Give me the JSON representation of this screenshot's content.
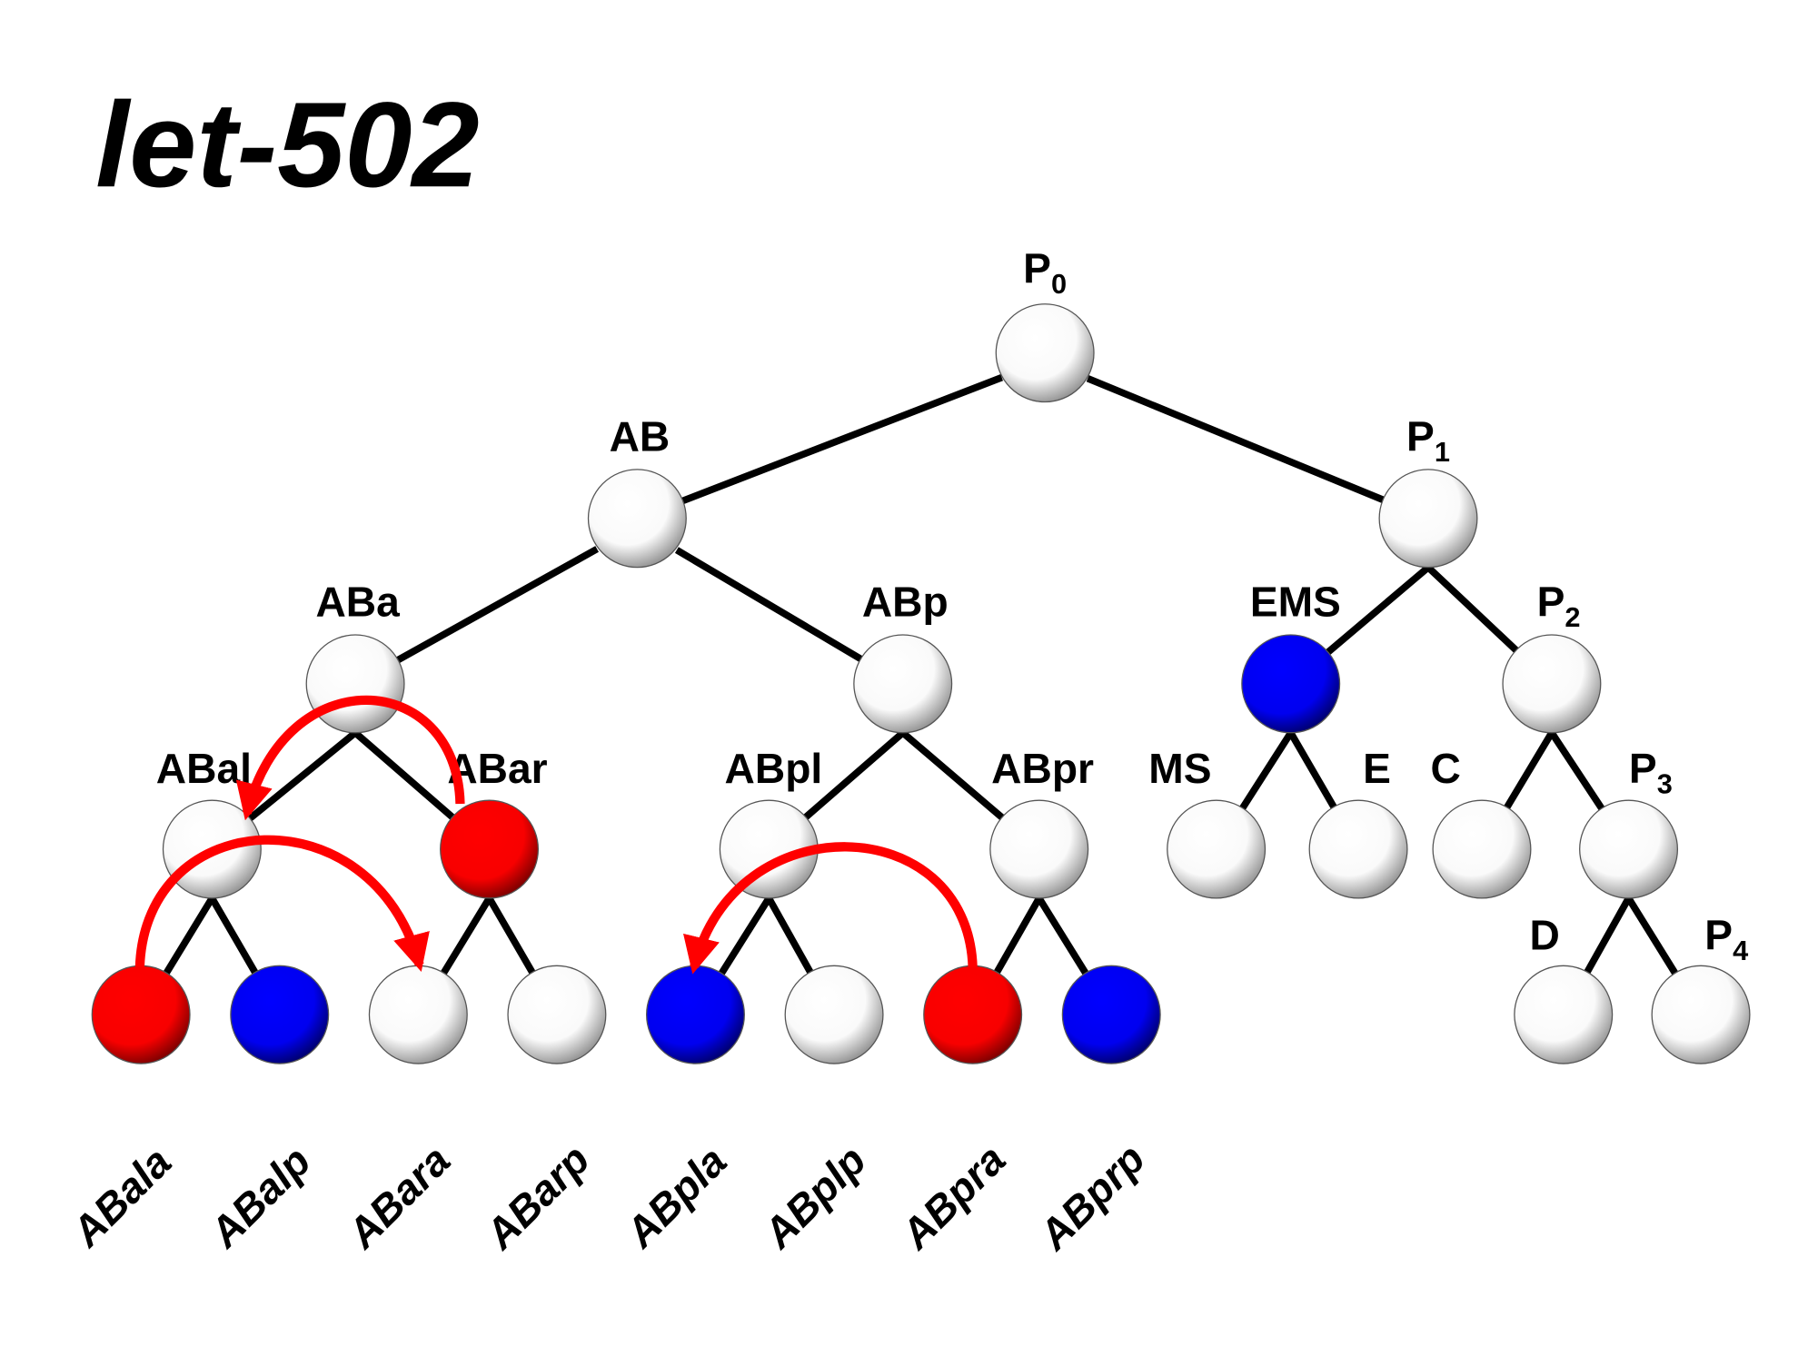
{
  "title": "let-502",
  "colors": {
    "red": "#ff0000",
    "blue": "#0000ff",
    "white": "#ffffff",
    "arrow": "#ff0000"
  },
  "nodes": [
    {
      "id": "P0",
      "label": "P",
      "sub": "0",
      "color": "white"
    },
    {
      "id": "AB",
      "label": "AB",
      "sub": "",
      "color": "white"
    },
    {
      "id": "P1",
      "label": "P",
      "sub": "1",
      "color": "white"
    },
    {
      "id": "ABa",
      "label": "ABa",
      "sub": "",
      "color": "white"
    },
    {
      "id": "ABp",
      "label": "ABp",
      "sub": "",
      "color": "white"
    },
    {
      "id": "EMS",
      "label": "EMS",
      "sub": "",
      "color": "blue"
    },
    {
      "id": "P2",
      "label": "P",
      "sub": "2",
      "color": "white"
    },
    {
      "id": "ABal",
      "label": "ABal",
      "sub": "",
      "color": "white"
    },
    {
      "id": "ABar",
      "label": "ABar",
      "sub": "",
      "color": "red"
    },
    {
      "id": "ABpl",
      "label": "ABpl",
      "sub": "",
      "color": "white"
    },
    {
      "id": "ABpr",
      "label": "ABpr",
      "sub": "",
      "color": "white"
    },
    {
      "id": "MS",
      "label": "MS",
      "sub": "",
      "color": "white"
    },
    {
      "id": "E",
      "label": "E",
      "sub": "",
      "color": "white"
    },
    {
      "id": "C",
      "label": "C",
      "sub": "",
      "color": "white"
    },
    {
      "id": "P3",
      "label": "P",
      "sub": "3",
      "color": "white"
    },
    {
      "id": "ABala",
      "label": "ABala",
      "sub": "",
      "color": "red",
      "leaf": true
    },
    {
      "id": "ABalp",
      "label": "ABalp",
      "sub": "",
      "color": "blue",
      "leaf": true
    },
    {
      "id": "ABara",
      "label": "ABara",
      "sub": "",
      "color": "white",
      "leaf": true
    },
    {
      "id": "ABarp",
      "label": "ABarp",
      "sub": "",
      "color": "white",
      "leaf": true
    },
    {
      "id": "ABpla",
      "label": "ABpla",
      "sub": "",
      "color": "blue",
      "leaf": true
    },
    {
      "id": "ABplp",
      "label": "ABplp",
      "sub": "",
      "color": "white",
      "leaf": true
    },
    {
      "id": "ABpra",
      "label": "ABpra",
      "sub": "",
      "color": "red",
      "leaf": true
    },
    {
      "id": "ABprp",
      "label": "ABprp",
      "sub": "",
      "color": "blue",
      "leaf": true
    },
    {
      "id": "D",
      "label": "D",
      "sub": "",
      "color": "white"
    },
    {
      "id": "P4",
      "label": "P",
      "sub": "4",
      "color": "white"
    }
  ],
  "edges": [
    [
      "P0",
      "AB"
    ],
    [
      "P0",
      "P1"
    ],
    [
      "AB",
      "ABa"
    ],
    [
      "AB",
      "ABp"
    ],
    [
      "P1",
      "EMS"
    ],
    [
      "P1",
      "P2"
    ],
    [
      "ABa",
      "ABal"
    ],
    [
      "ABa",
      "ABar"
    ],
    [
      "ABp",
      "ABpl"
    ],
    [
      "ABp",
      "ABpr"
    ],
    [
      "EMS",
      "MS"
    ],
    [
      "EMS",
      "E"
    ],
    [
      "P2",
      "C"
    ],
    [
      "P2",
      "P3"
    ],
    [
      "ABal",
      "ABala"
    ],
    [
      "ABal",
      "ABalp"
    ],
    [
      "ABar",
      "ABara"
    ],
    [
      "ABar",
      "ABarp"
    ],
    [
      "ABpl",
      "ABpla"
    ],
    [
      "ABpl",
      "ABplp"
    ],
    [
      "ABpr",
      "ABpra"
    ],
    [
      "ABpr",
      "ABprp"
    ],
    [
      "P3",
      "D"
    ],
    [
      "P3",
      "P4"
    ]
  ],
  "arrows": [
    {
      "from": "ABar",
      "to": "ABal"
    },
    {
      "from": "ABala",
      "to": "ABara"
    },
    {
      "from": "ABpra",
      "to": "ABpla"
    }
  ]
}
